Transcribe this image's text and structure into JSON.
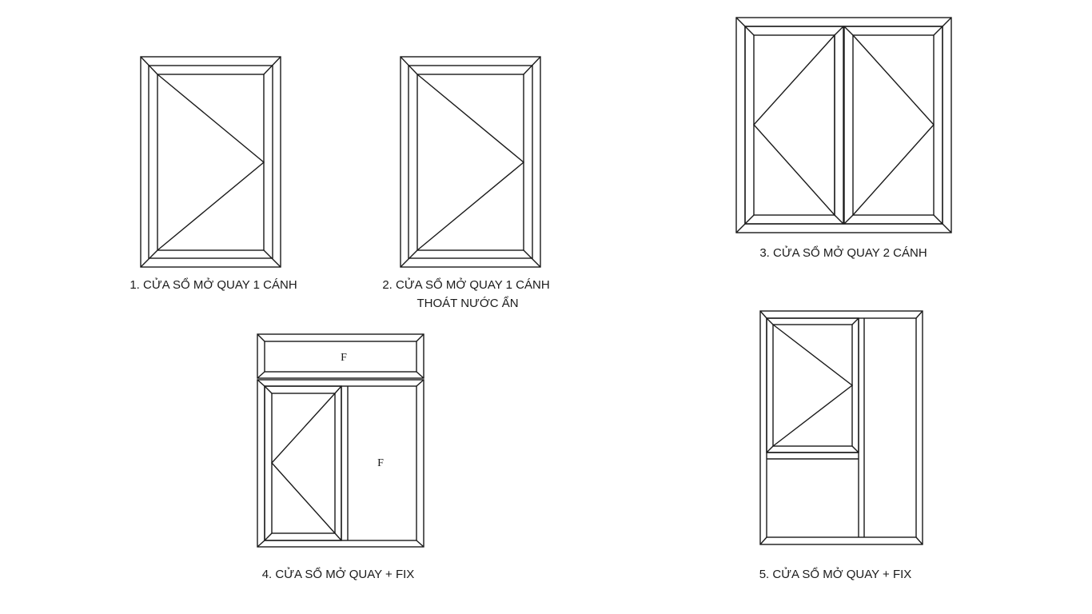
{
  "captions": {
    "w1": "1. CỬA SỔ MỞ QUAY 1 CÁNH",
    "w2_line1": "2. CỬA SỔ MỞ QUAY 1 CÁNH",
    "w2_line2": "THOÁT NƯỚC ẨN",
    "w3": "3. CỬA SỔ MỞ QUAY 2 CÁNH",
    "w4": "4. CỬA SỔ MỞ QUAY + FIX",
    "w5": "5. CỬA SỔ MỞ QUAY + FIX"
  },
  "fix_label": "F",
  "colors": {
    "line": "#1a1a1a",
    "background": "#ffffff"
  }
}
